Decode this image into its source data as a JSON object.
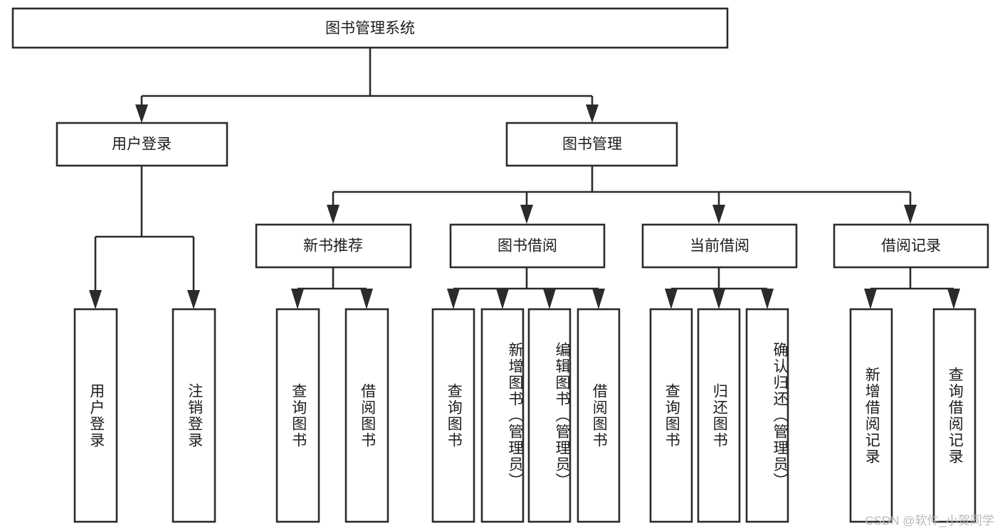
{
  "diagram": {
    "type": "tree-hierarchy",
    "title": "图书管理系统",
    "root": {
      "label": "图书管理系统"
    },
    "level1": [
      {
        "label": "用户登录"
      },
      {
        "label": "图书管理"
      }
    ],
    "level2": [
      {
        "label": "新书推荐"
      },
      {
        "label": "图书借阅"
      },
      {
        "label": "当前借阅"
      },
      {
        "label": "借阅记录"
      }
    ],
    "leaves": {
      "user_login": [
        {
          "label": "用户登录"
        },
        {
          "label": "注销登录"
        }
      ],
      "new_book_recommend": [
        {
          "label": "查询图书"
        },
        {
          "label": "借阅图书"
        }
      ],
      "book_borrow": [
        {
          "label": "查询图书"
        },
        {
          "label": "新增图书（管理员）"
        },
        {
          "label": "编辑图书（管理员）"
        },
        {
          "label": "借阅图书"
        }
      ],
      "current_borrow": [
        {
          "label": "查询图书"
        },
        {
          "label": "归还图书"
        },
        {
          "label": "确认归还（管理员）"
        }
      ],
      "borrow_record": [
        {
          "label": "新增借阅记录"
        },
        {
          "label": "查询借阅记录"
        }
      ]
    },
    "watermark": "CSDN @软件_小贺同学",
    "colors": {
      "background": "#ffffff",
      "box_fill": "#ffffff",
      "stroke": "#2b2b2b",
      "text": "#1c1c1c",
      "watermark": "#b9b9b9"
    }
  }
}
